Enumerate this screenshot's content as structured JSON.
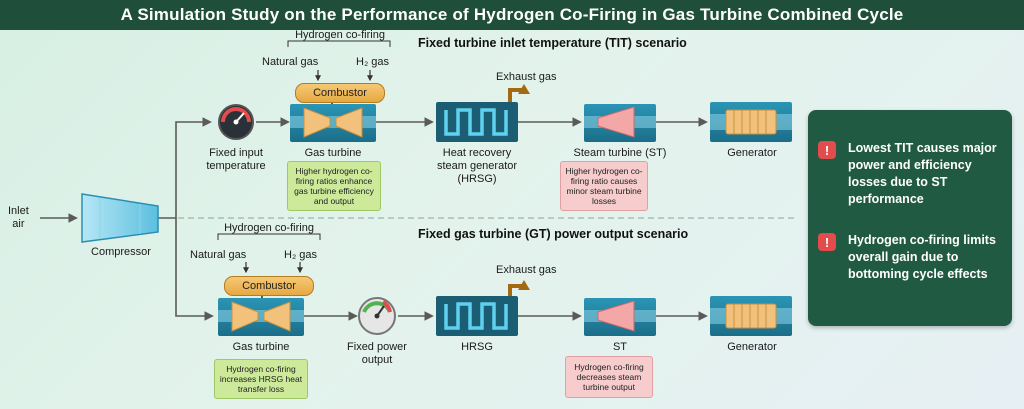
{
  "title": "A Simulation Study on the Performance of Hydrogen Co-Firing in Gas Turbine Combined Cycle",
  "inlet": {
    "line1": "Inlet",
    "line2": "air"
  },
  "compressor_label": "Compressor",
  "top": {
    "header": "Fixed turbine inlet temperature (TIT) scenario",
    "hydrogen_cofiring": "Hydrogen co-firing",
    "natural_gas": "Natural gas",
    "h2_gas": "H₂ gas",
    "combustor": "Combustor",
    "exhaust": "Exhaust gas",
    "fixed_input": {
      "line1": "Fixed input",
      "line2": "temperature"
    },
    "gas_turbine": "Gas turbine",
    "hrsg": {
      "line1": "Heat recovery",
      "line2": "steam generator",
      "line3": "(HRSG)"
    },
    "steam_turbine": "Steam turbine (ST)",
    "generator": "Generator",
    "note_gt": "Higher hydrogen co-firing ratios enhance gas turbine efficiency and output",
    "note_st": "Higher hydrogen co-firing ratio causes minor steam turbine losses"
  },
  "bottom": {
    "header": "Fixed gas turbine (GT) power output scenario",
    "hydrogen_cofiring": "Hydrogen co-firing",
    "natural_gas": "Natural gas",
    "h2_gas": "H₂ gas",
    "combustor": "Combustor",
    "exhaust": "Exhaust gas",
    "gas_turbine": "Gas turbine",
    "fixed_output": {
      "line1": "Fixed power",
      "line2": "output"
    },
    "hrsg": "HRSG",
    "st": "ST",
    "generator": "Generator",
    "note_gt": "Hydrogen co-firing increases HRSG heat transfer loss",
    "note_st": "Hydrogen co-firing decreases steam turbine output"
  },
  "panel": {
    "item1": "Lowest TIT causes major power and efficiency losses due to ST performance",
    "item2": "Hydrogen co-firing limits overall gain due to bottoming cycle effects",
    "badge": "!"
  },
  "colors": {
    "title_bg": "#1f4e3a",
    "panel_bg": "#215a43",
    "equipment_blue": "#1f7f9c",
    "turbine_tan": "#f2c27d",
    "note_green": "#cdea9a",
    "note_pink": "#f6cccc",
    "alert_red": "#e24c4c",
    "exhaust_arrow": "#a36a12"
  }
}
